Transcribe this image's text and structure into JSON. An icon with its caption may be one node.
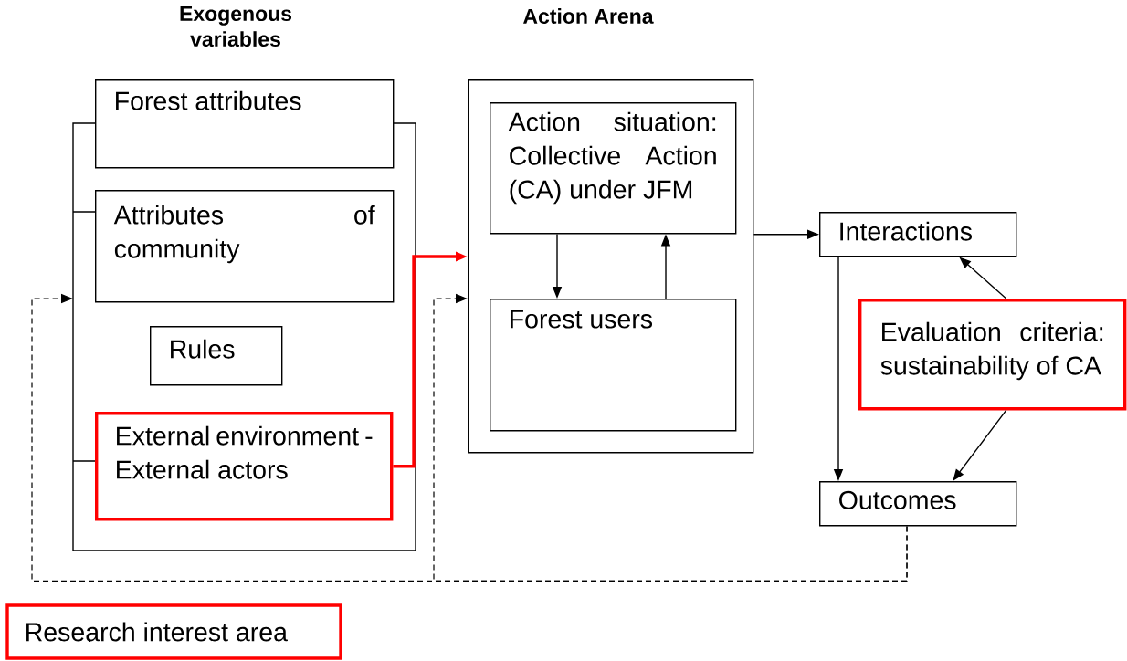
{
  "diagram": {
    "nodes": [
      {
        "text": [
          "Exogenous variables"
        ]
      },
      {
        "text": [
          "Forest attributes"
        ],
        "in": 0
      },
      {
        "text": [
          "Attributes of community"
        ],
        "in": 0
      },
      {
        "text": [
          "Rules"
        ],
        "in": 0
      },
      {
        "text": [
          "External environment - External actors"
        ],
        "in": 0
      },
      {
        "text": [
          "Action Arena"
        ]
      },
      {
        "text": [
          "Action situation: Collective Action (CA) under JFM"
        ],
        "in": 5
      },
      {
        "text": [
          "Forest users"
        ],
        "in": 5
      },
      {
        "text": [
          "Interactions"
        ]
      },
      {
        "text": [
          "Evaluation criteria: sustainability of CA"
        ]
      },
      {
        "text": [
          "Outcomes"
        ]
      }
    ],
    "edges": [
      {
        "from": 4,
        "to": 5,
        "arrow": "to",
        "style": "thick",
        "color": "#ff0000"
      },
      {
        "from": 6,
        "to": 7,
        "arrow": "to"
      },
      {
        "from": 7,
        "to": 6,
        "arrow": "to"
      },
      {
        "from": 5,
        "to": 8,
        "arrow": "to"
      },
      {
        "from": 8,
        "to": 10,
        "arrow": "to"
      },
      {
        "from": 9,
        "to": 8,
        "arrow": "to"
      },
      {
        "from": 9,
        "to": 10,
        "arrow": "to"
      },
      {
        "from": 10,
        "to": 0,
        "arrow": "to",
        "style": "dashed"
      },
      {
        "from": 10,
        "to": 5,
        "arrow": "to",
        "style": "dashed"
      }
    ],
    "legend": [
      {
        "text": "Research interest area",
        "color": "#ff0000"
      }
    ]
  }
}
